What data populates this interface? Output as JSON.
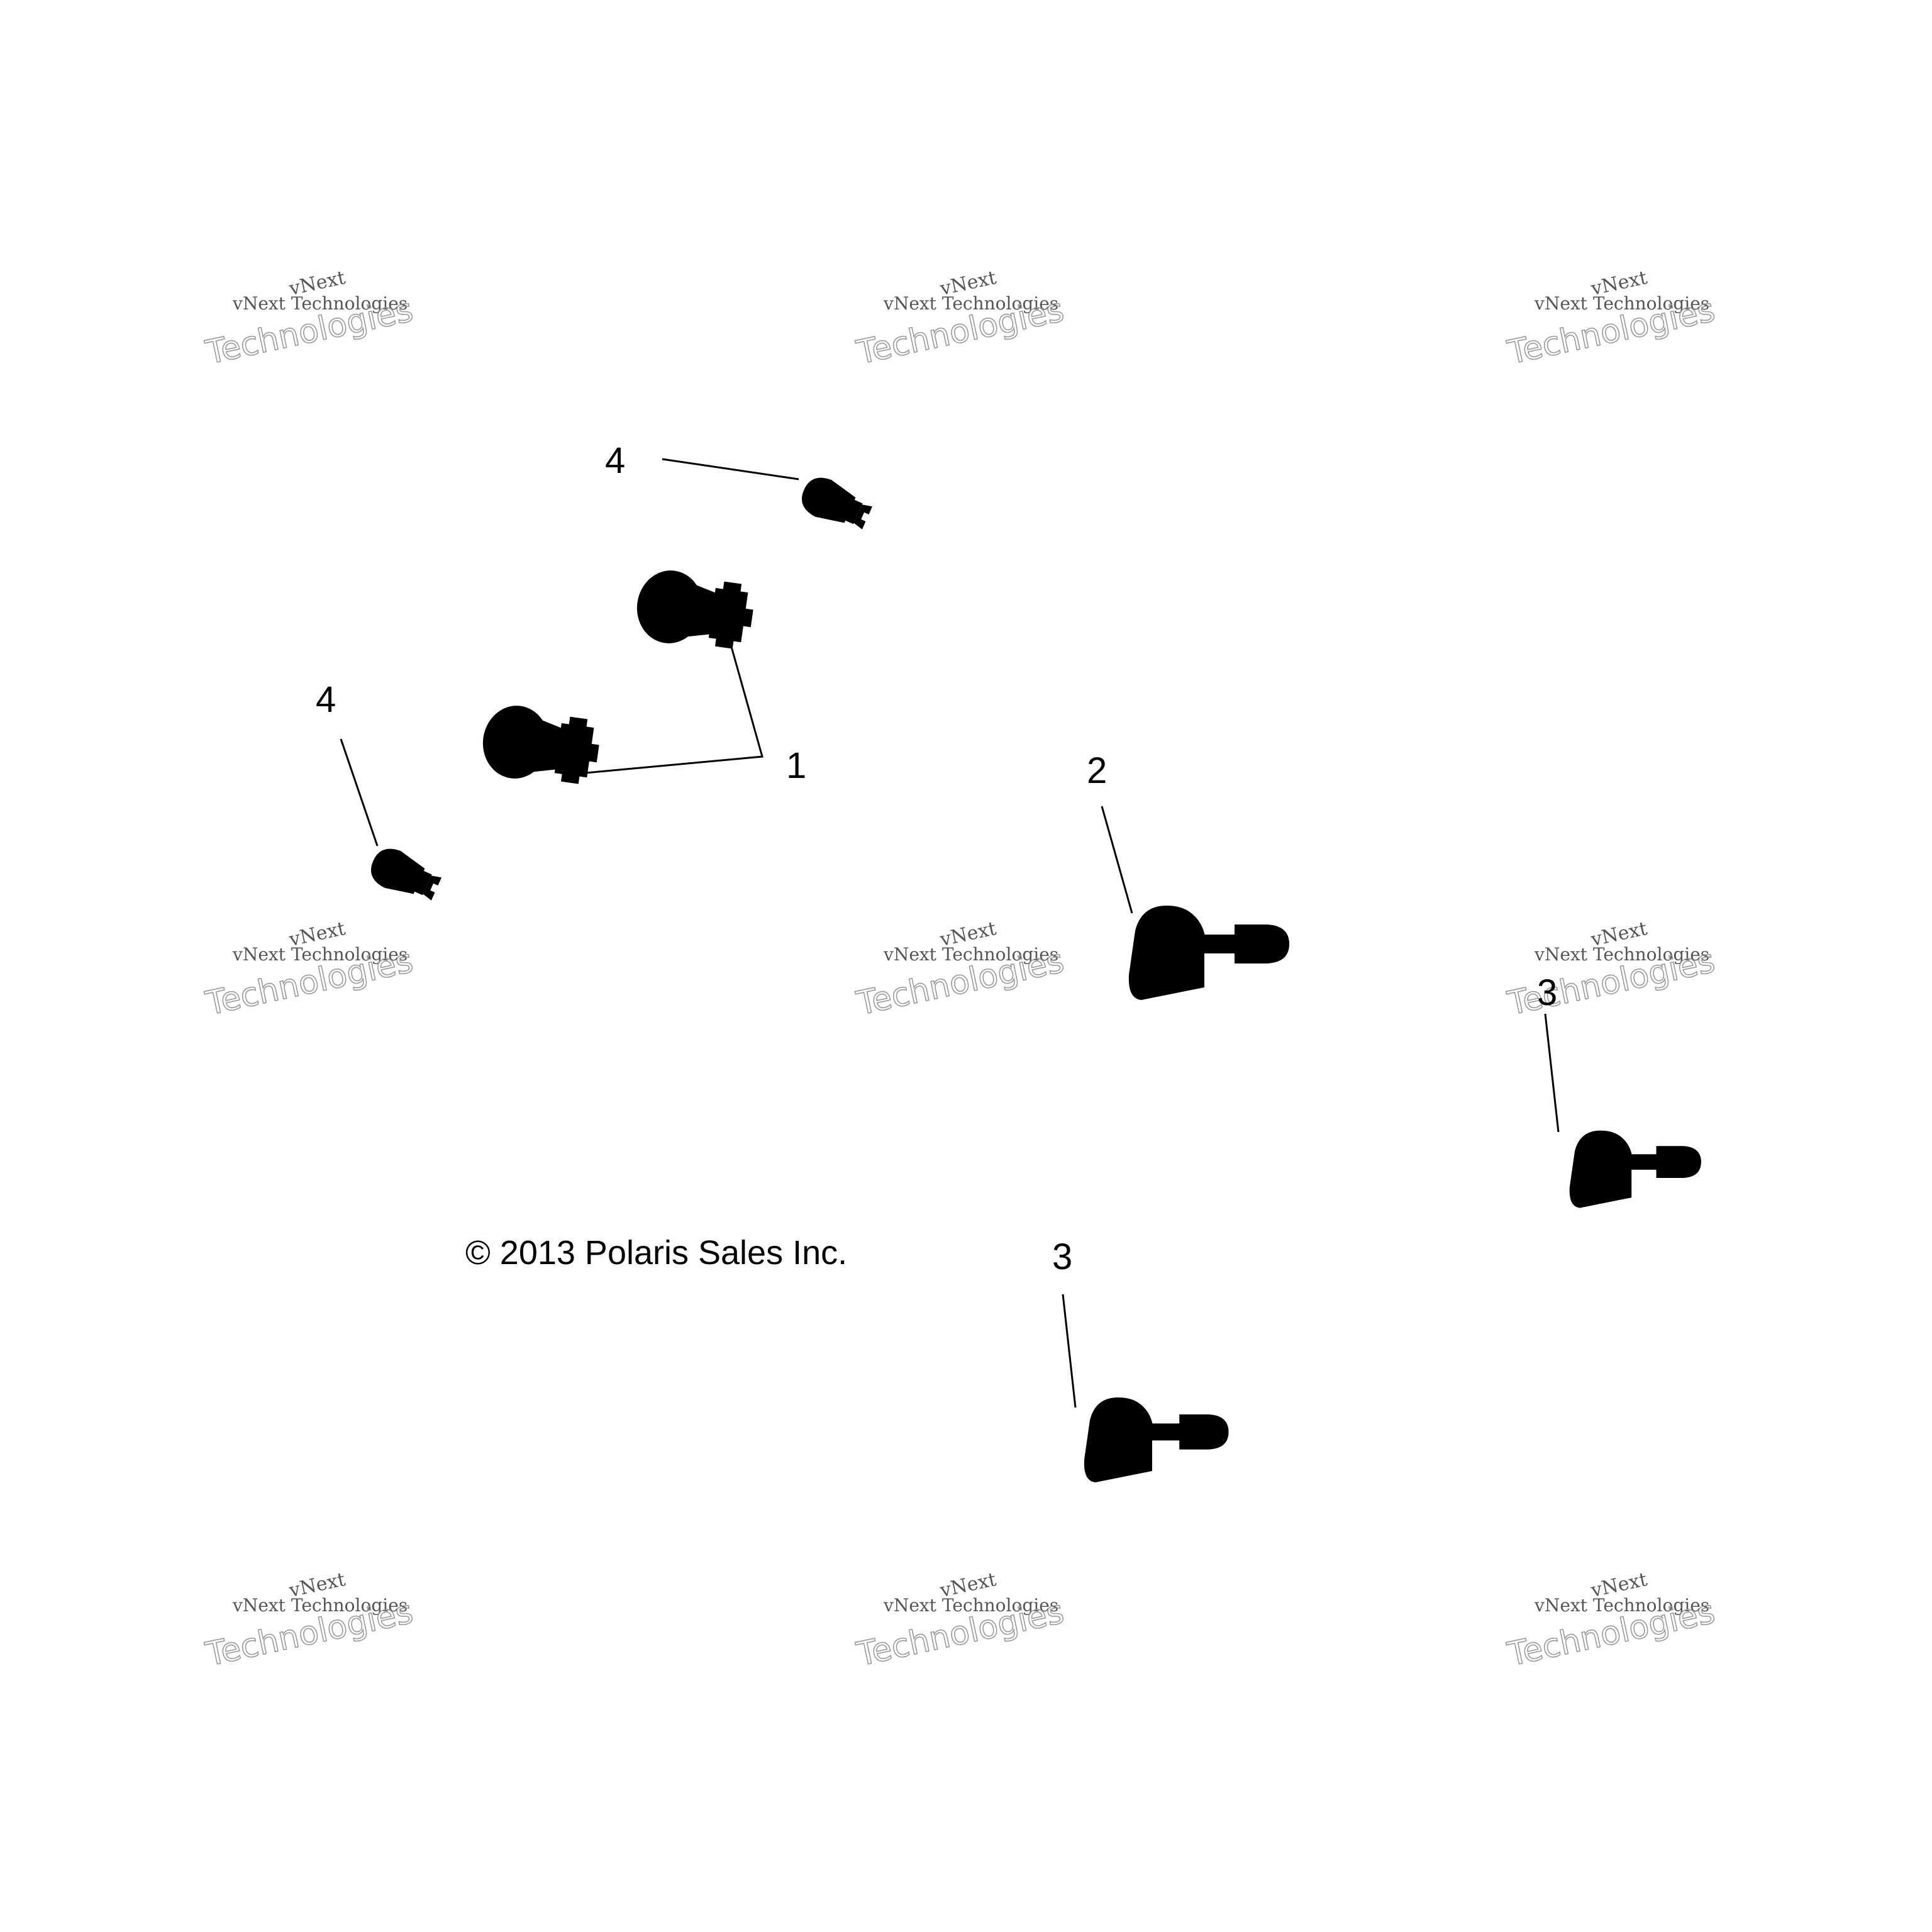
{
  "callouts": {
    "c1": "1",
    "c2": "2",
    "c3a": "3",
    "c3b": "3",
    "c4a": "4",
    "c4b": "4"
  },
  "copyright": "© 2013 Polaris Sales Inc.",
  "watermark": {
    "line1": "vNext",
    "line2": "Technologies",
    "line3": "vNext Technologies"
  },
  "parts": [
    {
      "ref": "1",
      "name": "wedge-bulb-large",
      "count": 2
    },
    {
      "ref": "2",
      "name": "headlight-bulb"
    },
    {
      "ref": "3",
      "name": "headlight-bulb",
      "count": 2
    },
    {
      "ref": "4",
      "name": "wedge-bulb-small",
      "count": 2
    }
  ]
}
